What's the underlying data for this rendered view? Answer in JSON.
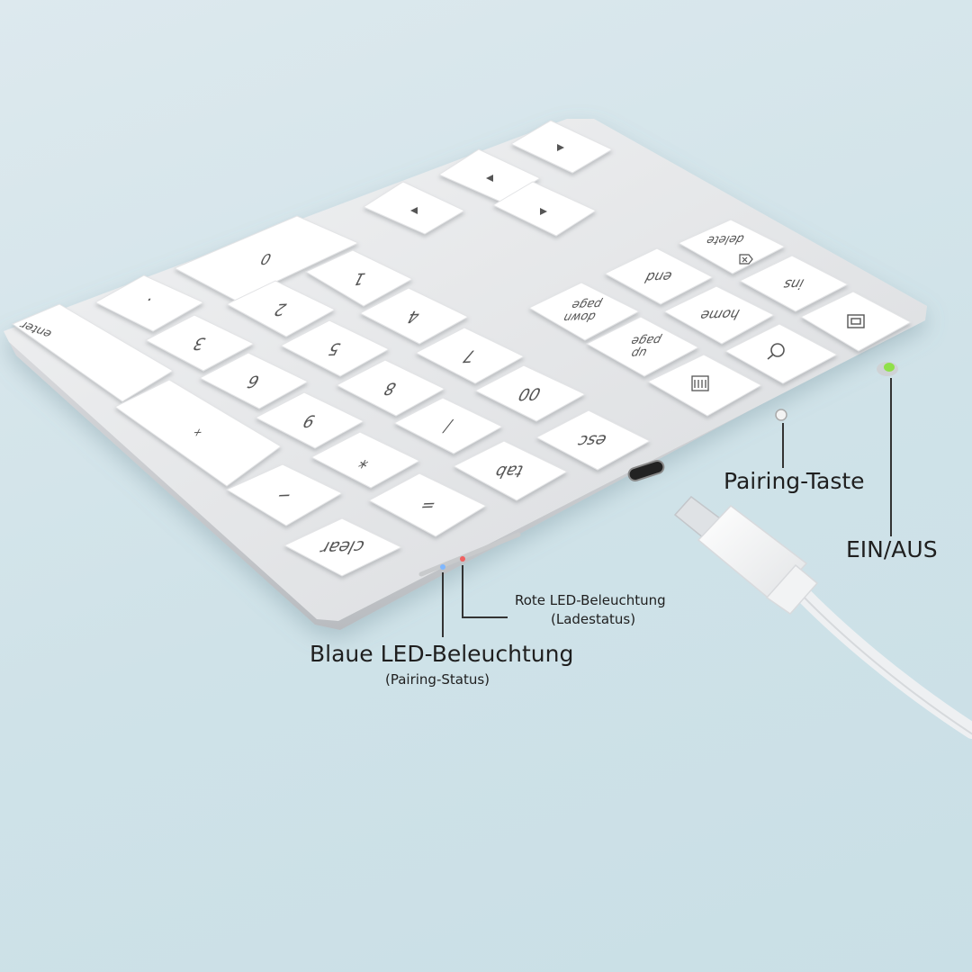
{
  "keys": {
    "enter": "enter",
    "dot": ".",
    "zero": "0",
    "one": "1",
    "two": "2",
    "three": "3",
    "four": "4",
    "five": "5",
    "six": "6",
    "seven": "7",
    "eight": "8",
    "nine": "9",
    "double_zero": "00",
    "slash": "/",
    "asterisk": "*",
    "plus": "+",
    "minus": "−",
    "equals": "=",
    "esc": "esc",
    "tab": "tab",
    "clear": "clear",
    "page_down_line1": "page",
    "page_down_line2": "down",
    "page_up_line1": "page",
    "page_up_line2": "up",
    "end": "end",
    "home": "home",
    "delete": "delete",
    "ins": "ins"
  },
  "icons": {
    "arrow_left": "arrow-left-icon",
    "arrow_up": "arrow-up-icon",
    "arrow_down": "arrow-down-icon",
    "arrow_right": "arrow-right-icon",
    "search": "search-icon",
    "calculator": "calculator-icon",
    "screenshot": "screenshot-icon",
    "delete": "backspace-icon"
  },
  "colors": {
    "background": "#d3e4ea",
    "body": "#e9eaec",
    "key": "#ffffff",
    "power_led": "#8fe04a",
    "red_led": "#f06060",
    "blue_led": "#7fb7ff"
  },
  "callouts": {
    "pairing_button": "Pairing-Taste",
    "power_switch": "EIN/AUS",
    "red_led_title": "Rote LED-Beleuchtung",
    "red_led_subtitle": "(Ladestatus)",
    "blue_led_title": "Blaue LED-Beleuchtung",
    "blue_led_subtitle": "(Pairing-Status)"
  }
}
